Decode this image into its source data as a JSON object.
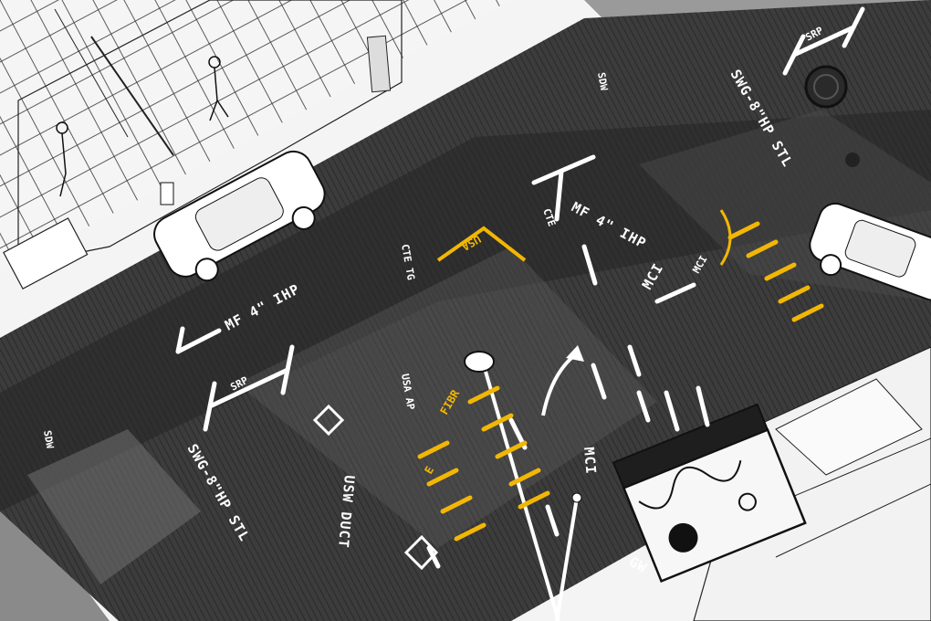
{
  "colors": {
    "street": "#3c3c3c",
    "street_dark": "#262626",
    "sidewalk": "#f3f3f3",
    "ink": "#111111",
    "paint_white": "#ffffff",
    "paint_yellow": "#f2b705",
    "background_gray": "#8a8a8a"
  },
  "markings": {
    "mf_upper": "MF 4\" IHP",
    "mf_lower": "MF 4\" IHP",
    "swg_upper": "SWG-8\"HP STL",
    "swg_lower": "SWG-8\"HP STL",
    "srp_upper": "SRP",
    "srp_lower": "SRP",
    "usa_yellow": "USA",
    "usa_ap": "USA AP",
    "usw_duct": "USW DUCT",
    "mci_center": "MCI",
    "mci_right": "MCI",
    "mci_small": "MCI",
    "gw": "GW",
    "sdw_left": "SDW",
    "sdw_top": "SDW",
    "cte_tg": "CTE TG",
    "cte_small": "CTE",
    "ieef_label": "E",
    "fiber_label": "FIBR"
  },
  "icons": {
    "manhole": "manhole-cover-icon",
    "survey_marker": "survey-marker-icon",
    "car_left": "parked-car-icon",
    "car_right": "parked-car-icon",
    "dumpster": "dumpster-icon",
    "pedestrian": "pedestrian-icon",
    "street_lamp": "street-lamp-icon"
  }
}
